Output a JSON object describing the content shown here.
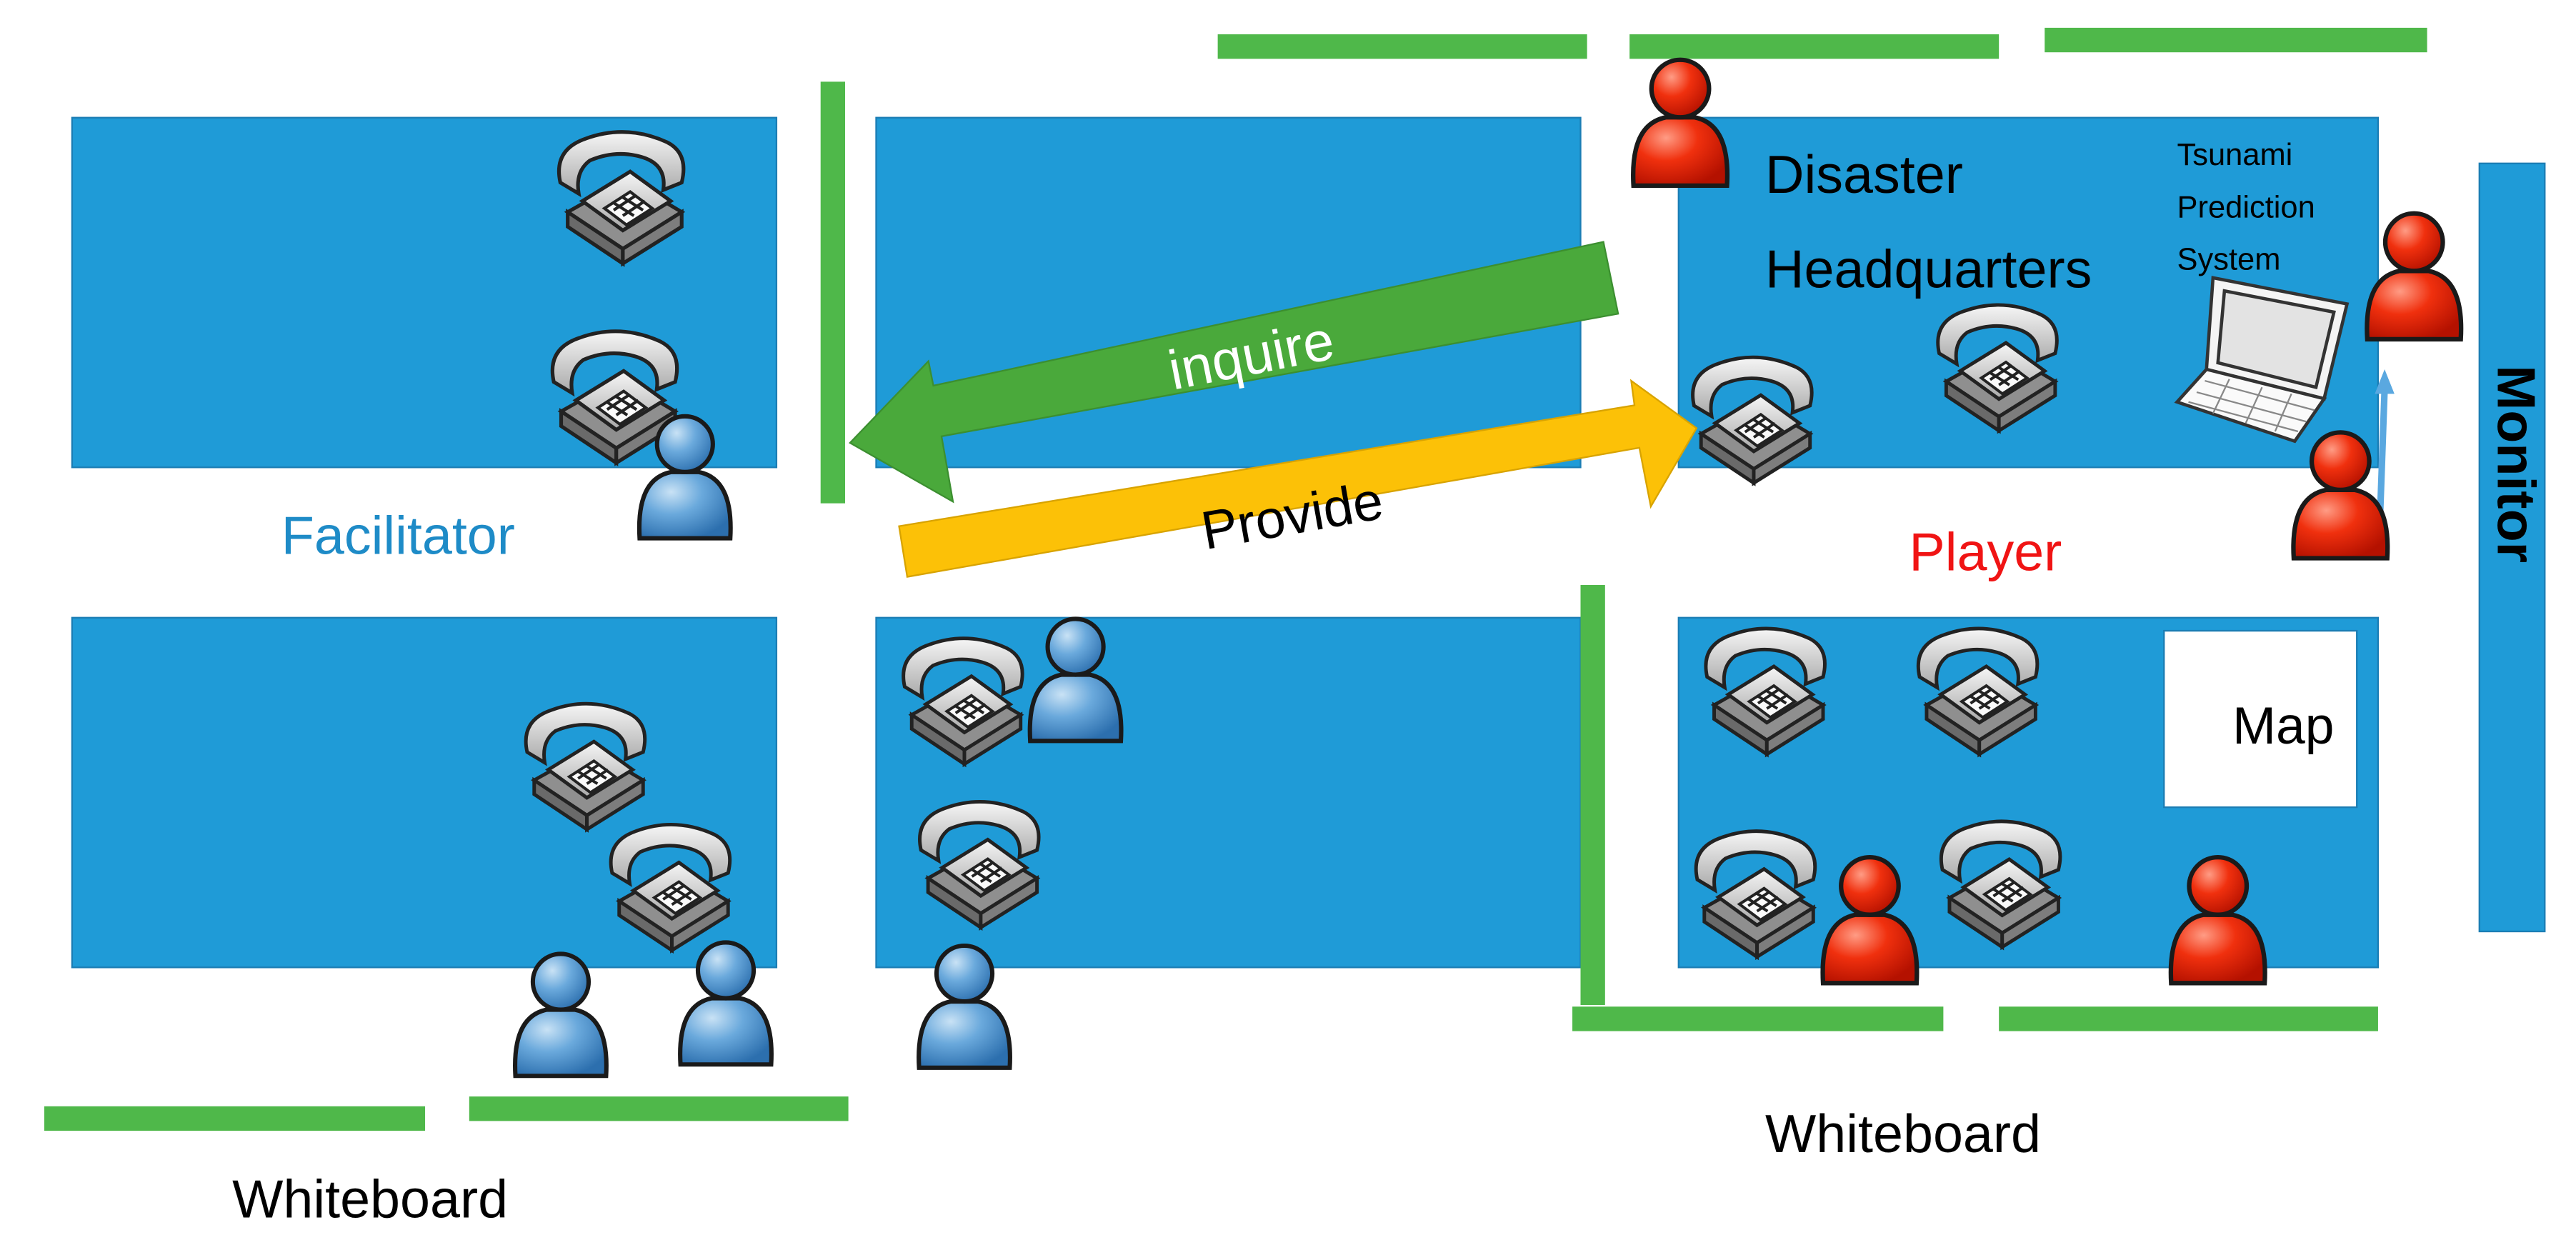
{
  "labels": {
    "facilitator": "Facilitator",
    "player": "Player",
    "disaster_hq_line1": "Disaster",
    "disaster_hq_line2": "Headquarters",
    "tsunami_line1": "Tsunami",
    "tsunami_line2": "Prediction",
    "tsunami_line3": "System",
    "monitor": "Monitor",
    "map": "Map",
    "whiteboard_left": "Whiteboard",
    "whiteboard_right": "Whiteboard",
    "inquire": "inquire",
    "provide": "Provide"
  },
  "colors": {
    "table": "#1f9bd7",
    "whiteboard": "#4fb84a",
    "inquire_arrow": "#4aa93b",
    "provide_arrow": "#fcc107",
    "facilitator_text": "#1e8bc7",
    "player_text": "#f01414",
    "facilitator_person": "#4d98d1",
    "player_person": "#ee1d07",
    "monitor": "#1f9bd7"
  }
}
